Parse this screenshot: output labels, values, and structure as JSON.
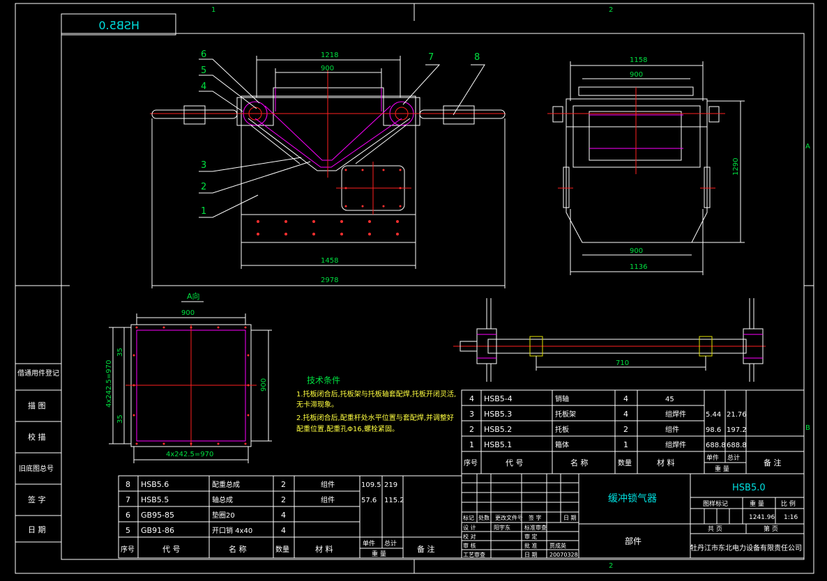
{
  "drawing": {
    "zone_labels": {
      "top_1": "1",
      "top_2": "2",
      "bottom_2": "2",
      "side_a": "A",
      "side_b": "B"
    },
    "mirrored_code": "HSB5.0",
    "main_view": {
      "part_numbers": [
        "6",
        "5",
        "4",
        "7",
        "8",
        "3",
        "2",
        "1"
      ],
      "dim_top_outer": "1218",
      "dim_top_inner": "900",
      "dim_base": "1458",
      "dim_overall": "2978"
    },
    "side_view": {
      "dim_top": "1158",
      "dim_inner_top": "900",
      "dim_height": "1290",
      "dim_bottom_inner": "900",
      "dim_bottom": "1136"
    },
    "a_view": {
      "title": "A向",
      "dim_top": "900",
      "dim_right": "900",
      "dim_bottom": "4x242.5=970",
      "dim_left_total": "4x242.5=970",
      "dim_left_top": "35",
      "dim_left_bottom": "35"
    },
    "shaft_view": {
      "dim": "710"
    },
    "tech": {
      "title": "技术条件",
      "lines": [
        "1.托板闭合后,托板架与托板轴套配焊,托板开闭灵活,",
        "  无卡滞现象。",
        "2.托板闭合后,配重杆处水平位置与套配焊,并调整好",
        "  配重位置,配重孔Φ16,螺栓紧固。"
      ]
    },
    "left_strip": [
      "借通用件登记",
      "描 图",
      "校 描",
      "旧底图总号",
      "签 字",
      "日 期"
    ],
    "parts_upper": [
      {
        "no": "4",
        "code": "HSB5-4",
        "name": "销轴",
        "qty": "4",
        "material": "45",
        "unit": "",
        "total": ""
      },
      {
        "no": "3",
        "code": "HSB5.3",
        "name": "托板架",
        "qty": "4",
        "material": "组焊件",
        "unit": "5.44",
        "total": "21.76"
      },
      {
        "no": "2",
        "code": "HSB5.2",
        "name": "托板",
        "qty": "2",
        "material": "组件",
        "unit": "98.6",
        "total": "197.2"
      },
      {
        "no": "1",
        "code": "HSB5.1",
        "name": "箱体",
        "qty": "1",
        "material": "组焊件",
        "unit": "688.8",
        "total": "688.8"
      }
    ],
    "parts_lower": [
      {
        "no": "8",
        "code": "HSB5.6",
        "name": "配重总成",
        "qty": "2",
        "material": "组件",
        "unit": "109.5",
        "total": "219"
      },
      {
        "no": "7",
        "code": "HSB5.5",
        "name": "轴总成",
        "qty": "2",
        "material": "组件",
        "unit": "57.6",
        "total": "115.2"
      },
      {
        "no": "6",
        "code": "GB95-85",
        "name": "垫圈20",
        "qty": "4",
        "material": "",
        "unit": "",
        "total": ""
      },
      {
        "no": "5",
        "code": "GB91-86",
        "name": "开口销 4x40",
        "qty": "4",
        "material": "",
        "unit": "",
        "total": ""
      }
    ],
    "header_upper": {
      "no": "序号",
      "code": "代 号",
      "name": "名 称",
      "qty": "数量",
      "material": "材 料",
      "unit": "单件",
      "total": "总计",
      "weight": "重 量",
      "remark": "备 注"
    },
    "header_lower": {
      "no": "序号",
      "code": "代 号",
      "name": "名 称",
      "qty": "数量",
      "material": "材 料",
      "unit": "单件",
      "total": "总计",
      "weight": "重 量",
      "remark": "备 注"
    },
    "title_block": {
      "product_name": "缓冲锁气器",
      "drawing_no": "HSB5.0",
      "category": "部件",
      "stage_label": "图样标记",
      "weight_label": "重 量",
      "scale_label": "比 例",
      "weight": "1241.96",
      "scale": "1:16",
      "sheet_total": "共 页",
      "sheet_no": "第 页",
      "company": "牡丹江市东北电力设备有限责任公司",
      "rev_labels": [
        "标记",
        "处数",
        "更改文件号",
        "签 字",
        "日 期"
      ],
      "sign_rows": [
        [
          "设 计",
          "阳宇东",
          "标准审查",
          ""
        ],
        [
          "校 对",
          "",
          "审 定",
          ""
        ],
        [
          "审 核",
          "",
          "批 准",
          "贾成英"
        ],
        [
          "工艺审查",
          "",
          "日 期",
          "20070328"
        ]
      ]
    }
  }
}
